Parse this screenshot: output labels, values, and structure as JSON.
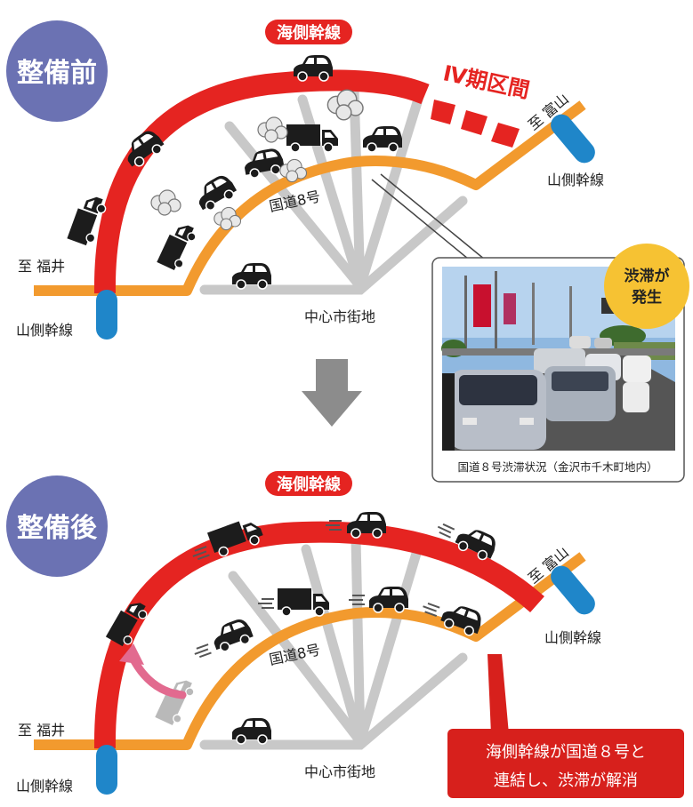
{
  "top": {
    "badge": "整備前",
    "kaigawa_label": "海側幹線",
    "phase4_label": "Ⅳ期区間",
    "to_toyama": "至 富山",
    "to_fukui": "至 福井",
    "yamagawa_left": "山側幹線",
    "yamagawa_right": "山側幹線",
    "route8": "国道8号",
    "city_center": "中心市街地"
  },
  "photo": {
    "caption": "国道８号渋滞状況（金沢市千木町地内）",
    "bubble_line1": "渋滞が",
    "bubble_line2": "発生"
  },
  "bottom": {
    "badge": "整備後",
    "kaigawa_label": "海側幹線",
    "to_toyama": "至 富山",
    "to_fukui": "至 福井",
    "yamagawa_left": "山側幹線",
    "yamagawa_right": "山側幹線",
    "route8": "国道8号",
    "city_center": "中心市街地",
    "note_line1": "海側幹線が国道８号と",
    "note_line2": "連結し、渋滞が解消"
  },
  "colors": {
    "kaigawa": "#e52421",
    "route8": "#f29a2e",
    "city_road": "#d0d0d0",
    "badge": "#6b72b3",
    "yamagawa": "#1f86c9",
    "bubble": "#f6c233"
  }
}
